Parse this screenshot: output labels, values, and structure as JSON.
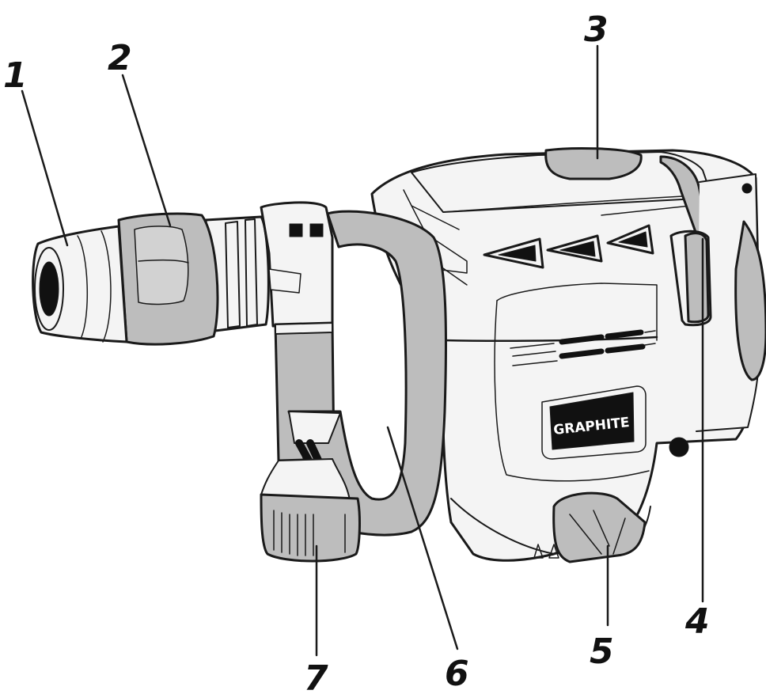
{
  "brand_logo_text": "GRAPHITE",
  "callouts": [
    {
      "id": "1",
      "label": "1"
    },
    {
      "id": "2",
      "label": "2"
    },
    {
      "id": "3",
      "label": "3"
    },
    {
      "id": "4",
      "label": "4"
    },
    {
      "id": "5",
      "label": "5"
    },
    {
      "id": "6",
      "label": "6"
    },
    {
      "id": "7",
      "label": "7"
    }
  ],
  "colors": {
    "body_light": "#f4f4f4",
    "grip_grey": "#bdbdbd",
    "outline": "#1a1a1a",
    "logo_badge": "#111111"
  }
}
